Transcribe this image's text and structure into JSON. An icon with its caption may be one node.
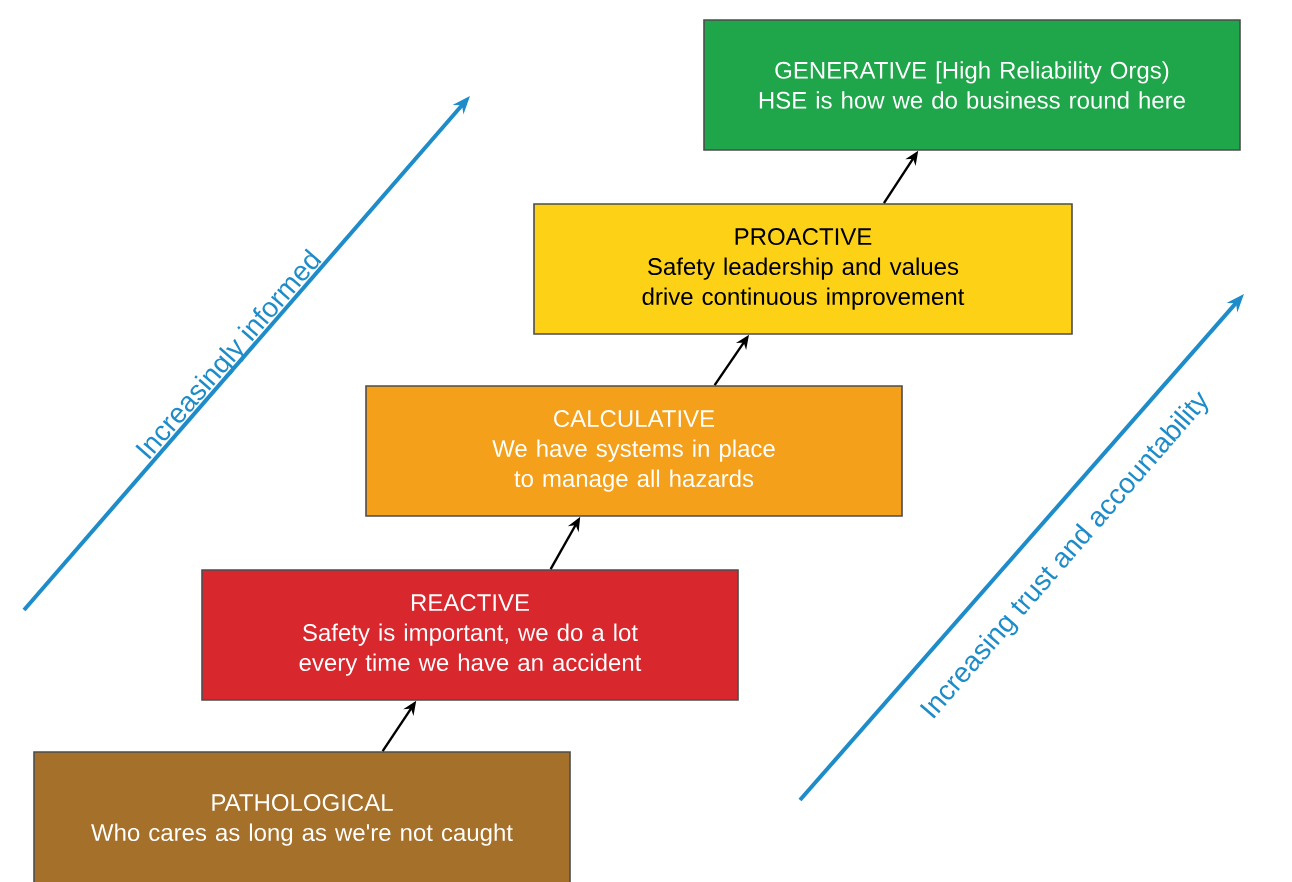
{
  "diagram": {
    "nodes": [
      {
        "text": [
          "PATHOLOGICAL",
          "Who cares as long as we're not caught"
        ]
      },
      {
        "text": [
          "REACTIVE",
          "Safety is important, we do a lot every time we have an accident"
        ]
      },
      {
        "text": [
          "CALCULATIVE",
          "We have systems in place to manage all hazards"
        ]
      },
      {
        "text": [
          "PROACTIVE",
          "Safety leadership and values drive continuous improvement"
        ]
      },
      {
        "text": [
          "GENERATIVE [High Reliability Orgs)",
          "HSE is how we do business round here"
        ]
      }
    ],
    "edges": [
      {
        "from": 0,
        "to": 1,
        "arrow": "to"
      },
      {
        "from": 1,
        "to": 2,
        "arrow": "to"
      },
      {
        "from": 2,
        "to": 3,
        "arrow": "to"
      },
      {
        "from": 3,
        "to": 4,
        "arrow": "to"
      }
    ],
    "labels": [
      "Increasingly informed",
      "Increasing trust and accountability"
    ]
  }
}
